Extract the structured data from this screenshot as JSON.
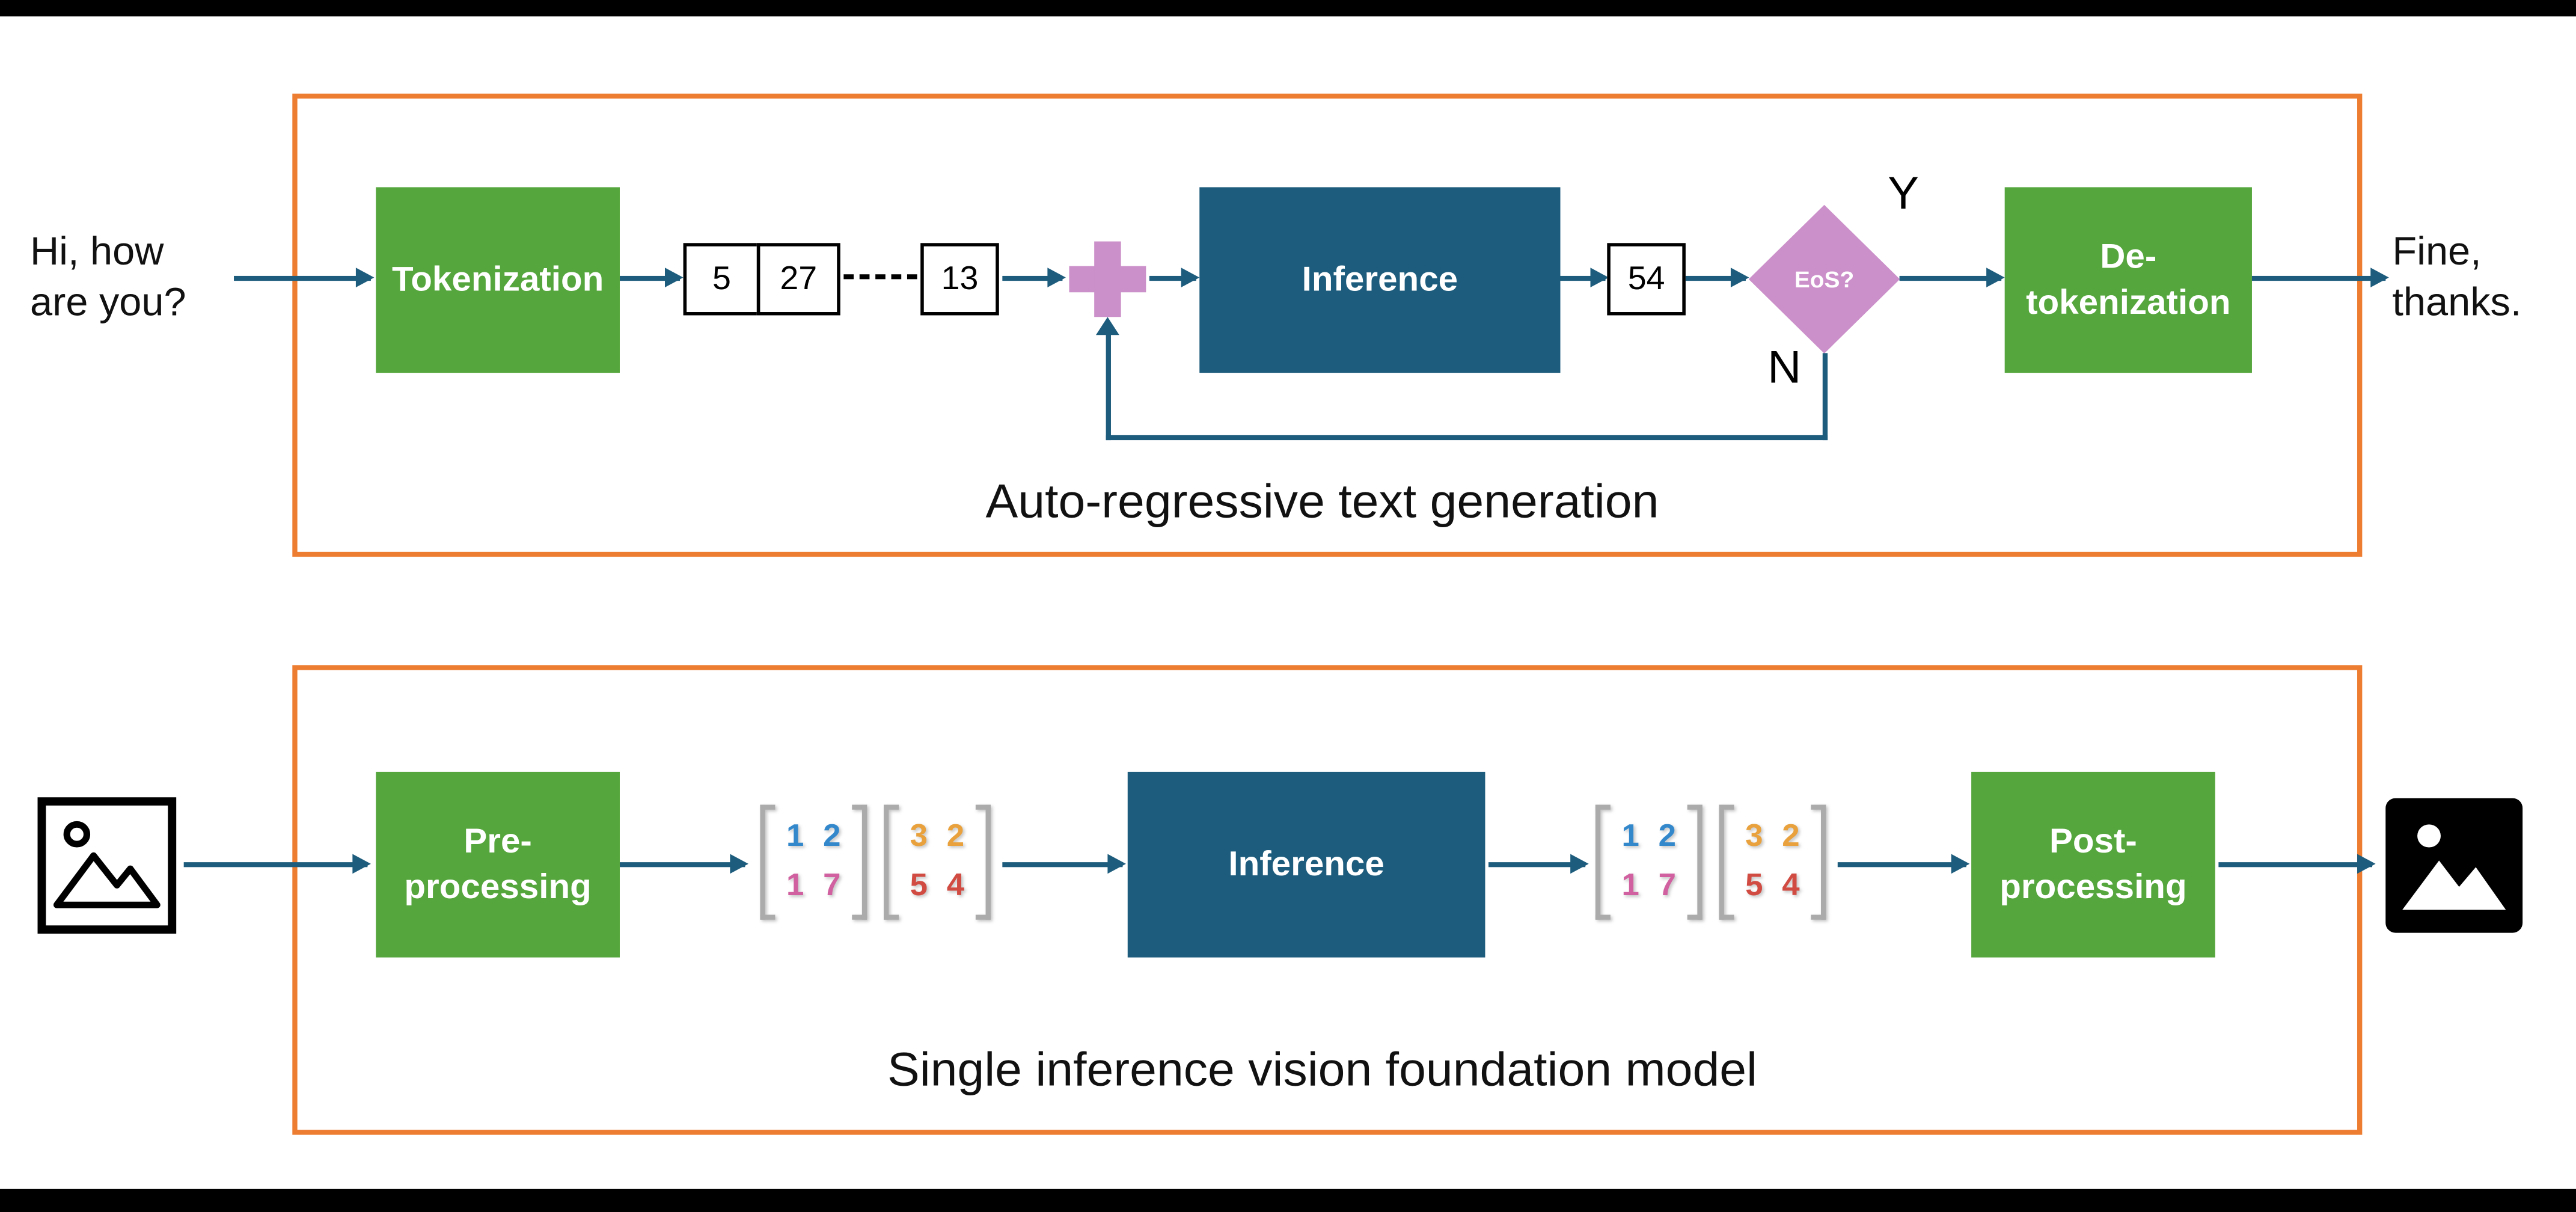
{
  "colors": {
    "process_green": "#55A63C",
    "inference_teal": "#1D5C7C",
    "arrow_teal": "#1D5C7C",
    "accent_pink": "#CB8FC9",
    "frame_orange": "#ED7D31",
    "matrix_row_blue": "#3388CC",
    "matrix_row_pink": "#D0609F",
    "matrix_row_orange": "#E8A13C",
    "matrix_row_red": "#D14B42"
  },
  "text_pipeline": {
    "input": {
      "line1": "Hi, how",
      "line2": "are you?"
    },
    "tokenization_label": "Tokenization",
    "tokens": [
      "5",
      "27",
      "13"
    ],
    "inference_label": "Inference",
    "output_token": "54",
    "eos_label": "EoS?",
    "yes_label": "Y",
    "no_label": "N",
    "detokenization": {
      "line1": "De-",
      "line2": "tokenization"
    },
    "output": {
      "line1": "Fine,",
      "line2": "thanks."
    },
    "caption": "Auto-regressive text generation"
  },
  "vision_pipeline": {
    "preprocessing": {
      "line1": "Pre-",
      "line2": "processing"
    },
    "inference_label": "Inference",
    "postprocessing": {
      "line1": "Post-",
      "line2": "processing"
    },
    "caption": "Single inference vision foundation model",
    "matrix": {
      "left": {
        "row1": [
          "1",
          "2"
        ],
        "row2": [
          "1",
          "7"
        ]
      },
      "right": {
        "row1": [
          "3",
          "2"
        ],
        "row2": [
          "5",
          "4"
        ]
      }
    }
  }
}
